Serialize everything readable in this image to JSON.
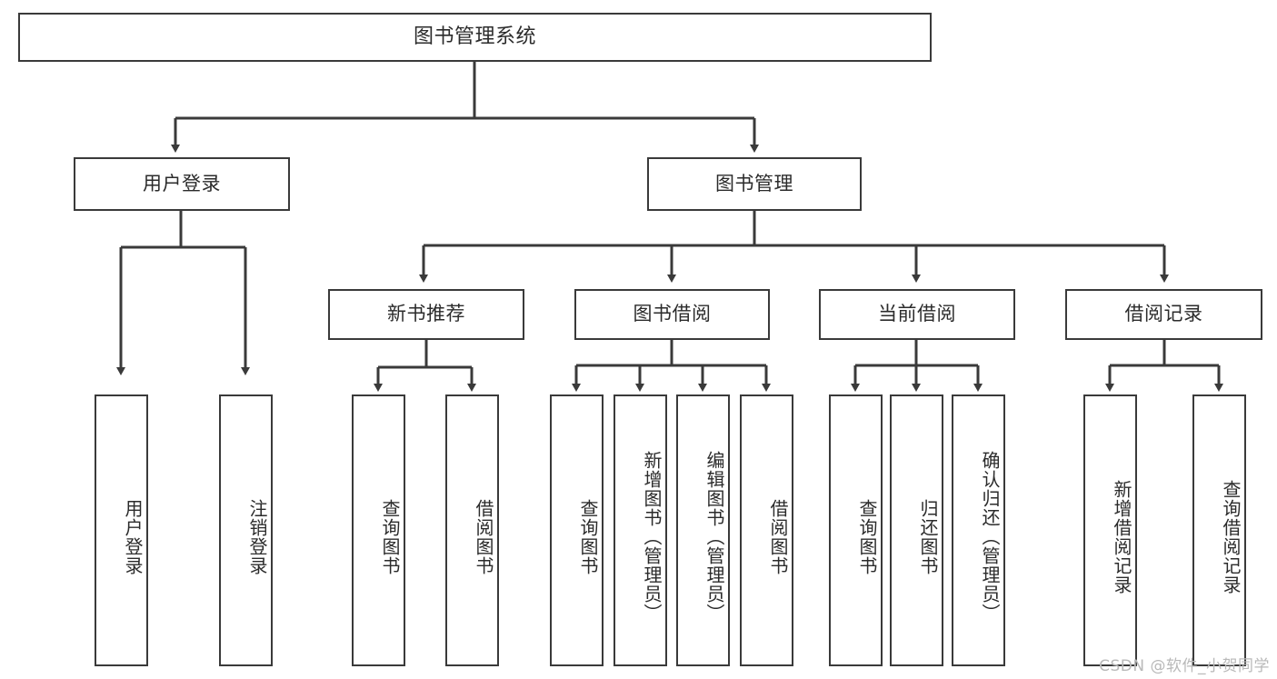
{
  "diagram": {
    "type": "tree-hierarchy-chart",
    "title": "图书管理系统",
    "root": {
      "id": "root",
      "label": "图书管理系统"
    },
    "level1": [
      {
        "id": "user-login",
        "label": "用户登录"
      },
      {
        "id": "book-manage",
        "label": "图书管理"
      }
    ],
    "level2": [
      {
        "id": "new-book-recommend",
        "label": "新书推荐",
        "parent": "book-manage"
      },
      {
        "id": "book-borrow",
        "label": "图书借阅",
        "parent": "book-manage"
      },
      {
        "id": "current-borrow",
        "label": "当前借阅",
        "parent": "book-manage"
      },
      {
        "id": "borrow-record",
        "label": "借阅记录",
        "parent": "book-manage"
      }
    ],
    "leaves": [
      {
        "id": "leaf-user-login",
        "label": "用户登录",
        "parent": "user-login"
      },
      {
        "id": "leaf-logout",
        "label": "注销登录",
        "parent": "user-login"
      },
      {
        "id": "leaf-query-book-1",
        "label": "查询图书",
        "parent": "new-book-recommend"
      },
      {
        "id": "leaf-borrow-book-1",
        "label": "借阅图书",
        "parent": "new-book-recommend"
      },
      {
        "id": "leaf-query-book-2",
        "label": "查询图书",
        "parent": "book-borrow"
      },
      {
        "id": "leaf-add-book",
        "label": "新增图书（管理员）",
        "parent": "book-borrow"
      },
      {
        "id": "leaf-edit-book",
        "label": "编辑图书（管理员）",
        "parent": "book-borrow"
      },
      {
        "id": "leaf-borrow-book-2",
        "label": "借阅图书",
        "parent": "book-borrow"
      },
      {
        "id": "leaf-query-book-3",
        "label": "查询图书",
        "parent": "current-borrow"
      },
      {
        "id": "leaf-return-book",
        "label": "归还图书",
        "parent": "current-borrow"
      },
      {
        "id": "leaf-confirm-return",
        "label": "确认归还（管理员）",
        "parent": "current-borrow"
      },
      {
        "id": "leaf-add-record",
        "label": "新增借阅记录",
        "parent": "borrow-record"
      },
      {
        "id": "leaf-query-record",
        "label": "查询借阅记录",
        "parent": "borrow-record"
      }
    ],
    "colors": {
      "border": "#3a3a3a",
      "text": "#2b2b2b",
      "background": "#ffffff",
      "edge": "#3a3a3a",
      "watermark": "#b9b9b9"
    }
  },
  "watermark": {
    "text": "CSDN @软件_小贺同学"
  }
}
